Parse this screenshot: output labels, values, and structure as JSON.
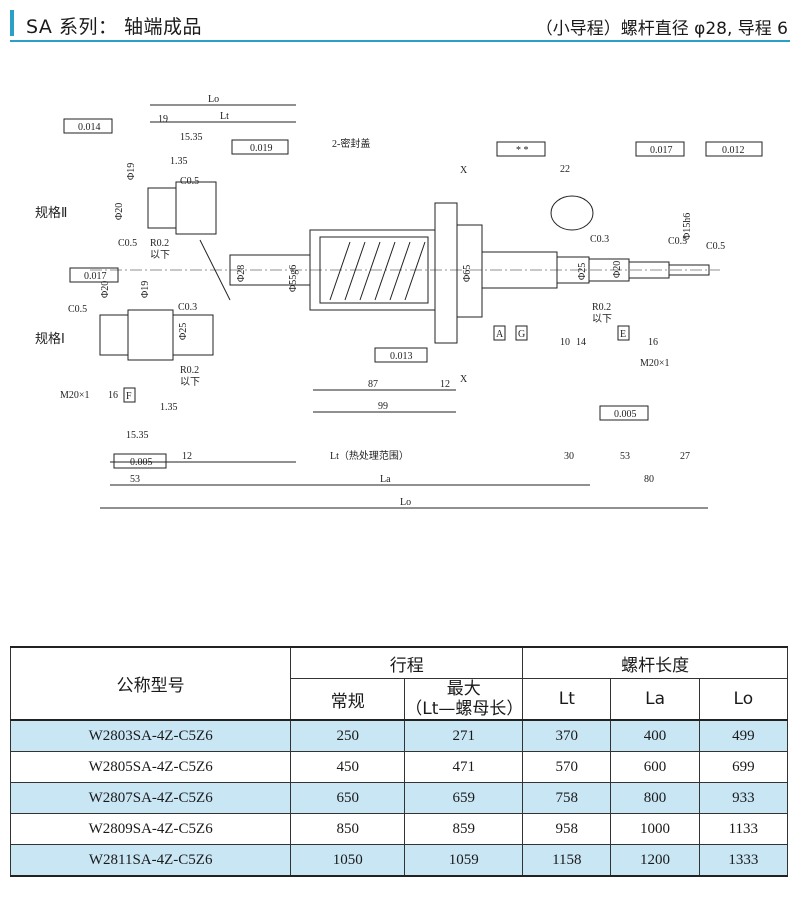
{
  "header": {
    "title": "SA 系列： 轴端成品",
    "spec": "（小导程）螺杆直径 φ28, 导程 6"
  },
  "drawing": {
    "labels": {
      "spec2": "规格Ⅱ",
      "spec1": "规格Ⅰ",
      "seal": "2-密封盖",
      "lt_heat": "Lt（热处理范围）",
      "la": "La",
      "lo": "Lo",
      "lo_top": "Lo",
      "lt_top": "Lt",
      "x_top": "X",
      "x_bot": "X",
      "below1": "以下",
      "below2": "以下",
      "below3": "以下"
    },
    "dims": {
      "d19a": "19",
      "d1535a": "15.35",
      "d135a": "1.35",
      "phi19a": "Φ19",
      "phi20a": "Φ20",
      "c05a": "C0.5",
      "c05b": "C0.5",
      "r02a": "R0.2",
      "phi28": "Φ28",
      "phi55": "Φ55g6",
      "phi65": "Φ65",
      "phi25a": "Φ25",
      "phi25b": "Φ25",
      "phi20b": "Φ20",
      "phi15": "Φ15h6",
      "d22": "22",
      "c03a": "C0.3",
      "c03b": "C0.3",
      "c05c": "C0.5",
      "c05d": "C0.5",
      "c05e": "C0.5",
      "r02b": "R0.2",
      "r02c": "R0.2",
      "d10": "10",
      "d14": "14",
      "d16a": "16",
      "d16b": "16",
      "m20a": "M20×1",
      "m20b": "M20×1",
      "d87": "87",
      "d12a": "12",
      "d99": "99",
      "d12b": "12",
      "d30": "30",
      "d53a": "53",
      "d27": "27",
      "d53b": "53",
      "d80": "80",
      "phi19b": "Φ19",
      "phi20c": "Φ20",
      "d135b": "1.35",
      "d1535b": "15.35"
    },
    "tolerances": {
      "t1": "0.014",
      "t2": "0.019",
      "t3": "0.017",
      "t4": "0.017",
      "t5": "0.012",
      "t6": "0.013",
      "t7": "0.005",
      "t8": "0.005",
      "t9": "* *"
    },
    "datums": {
      "a": "A",
      "g": "G",
      "e": "E",
      "f": "F"
    }
  },
  "table": {
    "col_model": "公称型号",
    "col_stroke": "行程",
    "col_normal": "常规",
    "col_max": "最大",
    "col_max_sub": "（Lt—螺母长）",
    "col_length": "螺杆长度",
    "col_lt": "Lt",
    "col_la": "La",
    "col_lo": "Lo",
    "rows": [
      {
        "model": "W2803SA-4Z-C5Z6",
        "normal": "250",
        "max": "271",
        "lt": "370",
        "la": "400",
        "lo": "499"
      },
      {
        "model": "W2805SA-4Z-C5Z6",
        "normal": "450",
        "max": "471",
        "lt": "570",
        "la": "600",
        "lo": "699"
      },
      {
        "model": "W2807SA-4Z-C5Z6",
        "normal": "650",
        "max": "659",
        "lt": "758",
        "la": "800",
        "lo": "933"
      },
      {
        "model": "W2809SA-4Z-C5Z6",
        "normal": "850",
        "max": "859",
        "lt": "958",
        "la": "1000",
        "lo": "1133"
      },
      {
        "model": "W2811SA-4Z-C5Z6",
        "normal": "1050",
        "max": "1059",
        "lt": "1158",
        "la": "1200",
        "lo": "1333"
      }
    ]
  }
}
